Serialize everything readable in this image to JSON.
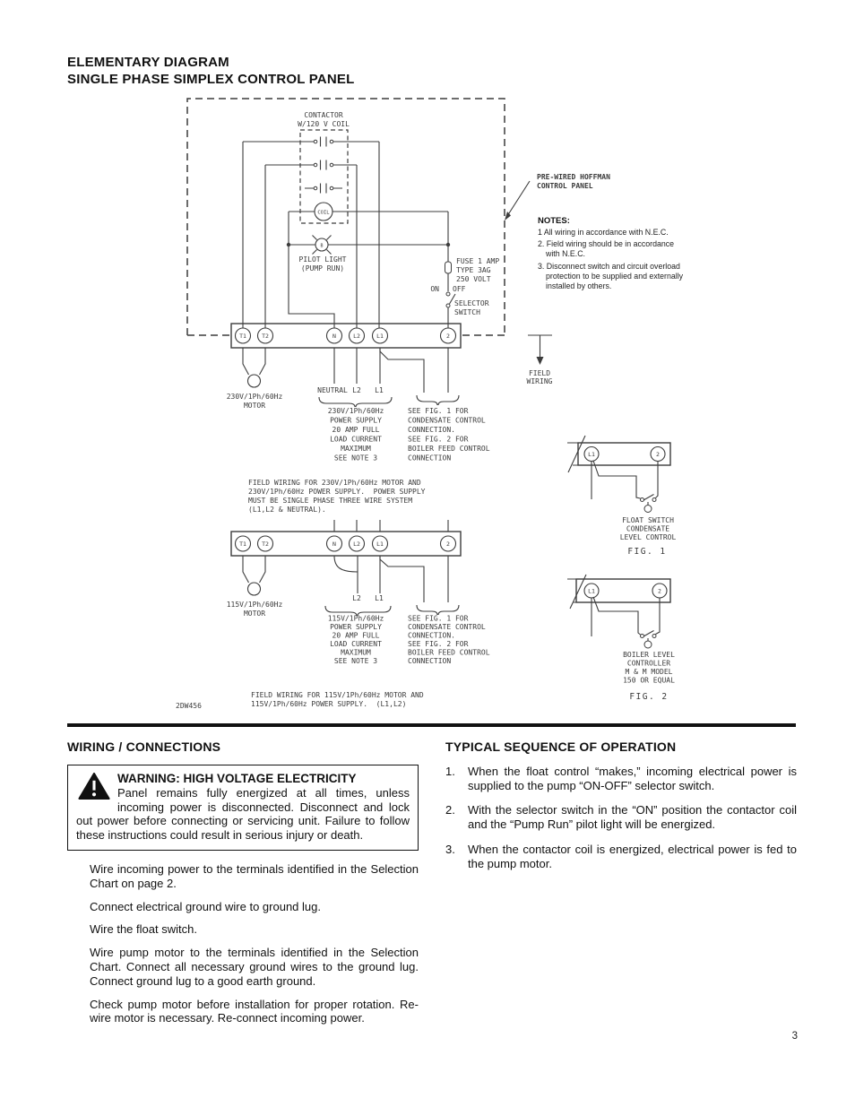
{
  "page": {
    "title_line1": "ELEMENTARY DIAGRAM",
    "title_line2": "SINGLE PHASE SIMPLEX CONTROL PANEL",
    "page_number": "3"
  },
  "diagram": {
    "contactor_line1": "CONTACTOR",
    "contactor_line2": "W/120 V COIL",
    "coil": "COIL",
    "pilot_letter": "B",
    "pilot_line1": "PILOT LIGHT",
    "pilot_line2": "(PUMP RUN)",
    "fuse_line1": "FUSE 1 AMP",
    "fuse_line2": "TYPE 3AG",
    "fuse_line3": "250 VOLT",
    "on": "ON",
    "off": "OFF",
    "selector_line1": "SELECTOR",
    "selector_line2": "SWITCH",
    "prewired_line1": "PRE-WIRED HOFFMAN",
    "prewired_line2": "CONTROL PANEL",
    "notes_title": "NOTES:",
    "notes": [
      "1 All wiring in accordance with N.E.C.",
      "2. Field wiring should be in accordance",
      "with N.E.C.",
      "3. Disconnect switch and circuit overload",
      "protection to be supplied and externally",
      "installed by others."
    ],
    "terminals": [
      "T1",
      "T2",
      "N",
      "L2",
      "L1",
      "2"
    ],
    "motor230_line1": "230V/1Ph/60Hz",
    "motor115_line1": "115V/1Ph/60Hz",
    "motor_label": "MOTOR",
    "neutral": "NEUTRAL",
    "l2": "L2",
    "l1": "L1",
    "ps230": [
      "230V/1Ph/60Hz",
      "POWER SUPPLY",
      "20 AMP FULL",
      "LOAD CURRENT",
      "MAXIMUM",
      "SEE NOTE 3"
    ],
    "ps115": [
      "115V/1Ph/60Hz",
      "POWER SUPPLY",
      "20 AMP FULL",
      "LOAD CURRENT",
      "MAXIMUM",
      "SEE NOTE 3"
    ],
    "seefig": [
      "SEE FIG. 1 FOR",
      "CONDENSATE CONTROL",
      "CONNECTION.",
      "SEE FIG. 2 FOR",
      "BOILER FEED CONTROL",
      "CONNECTION"
    ],
    "field_line1": "FIELD",
    "field_line2": "WIRING",
    "fw230": [
      "FIELD WIRING FOR 230V/1Ph/60Hz MOTOR AND",
      "230V/1Ph/60Hz POWER SUPPLY.  POWER SUPPLY",
      "MUST BE SINGLE PHASE THREE WIRE SYSTEM",
      "(L1,L2 & NEUTRAL)."
    ],
    "fw115": [
      "FIELD WIRING FOR 115V/1Ph/60Hz MOTOR AND",
      "115V/1Ph/60Hz POWER SUPPLY.  (L1,L2)"
    ],
    "drawing_no": "2DW456",
    "fig1_labels": [
      "FLOAT SWITCH",
      "CONDENSATE",
      "LEVEL CONTROL"
    ],
    "fig1_caption": "FIG. 1",
    "fig2_labels": [
      "BOILER LEVEL",
      "CONTROLLER",
      "M & M MODEL",
      "150 OR EQUAL"
    ],
    "fig2_caption": "FIG. 2"
  },
  "wiring": {
    "heading": "WIRING / CONNECTIONS",
    "warning_title": "WARNING: HIGH VOLTAGE ELECTRICITY",
    "warning_body": "Panel remains fully energized at all times, unless incoming power is disconnected. Disconnect and lock out power before connecting or servicing unit. Failure to follow these instructions could result in serious injury or death.",
    "paragraphs": [
      "Wire incoming power to the terminals identified in the Selection Chart on page 2.",
      "Connect electrical ground wire to ground lug.",
      "Wire the float switch.",
      "Wire pump motor to the terminals identified in the Selection Chart. Connect all necessary ground wires to the ground lug. Connect ground lug to a good earth ground.",
      "Check pump motor before installation for proper rotation. Re-wire motor is necessary. Re-connect incoming power."
    ]
  },
  "sequence": {
    "heading": "TYPICAL SEQUENCE OF OPERATION",
    "items": [
      {
        "num": "1.",
        "text": "When the float control “makes,” incoming electrical power is supplied to the pump “ON-OFF” selector switch."
      },
      {
        "num": "2.",
        "text": "With the selector switch in the “ON” position the contactor coil and the “Pump Run” pilot light will be energized."
      },
      {
        "num": "3.",
        "text": "When the contactor coil is energized, electrical power is fed to the pump motor."
      }
    ]
  }
}
